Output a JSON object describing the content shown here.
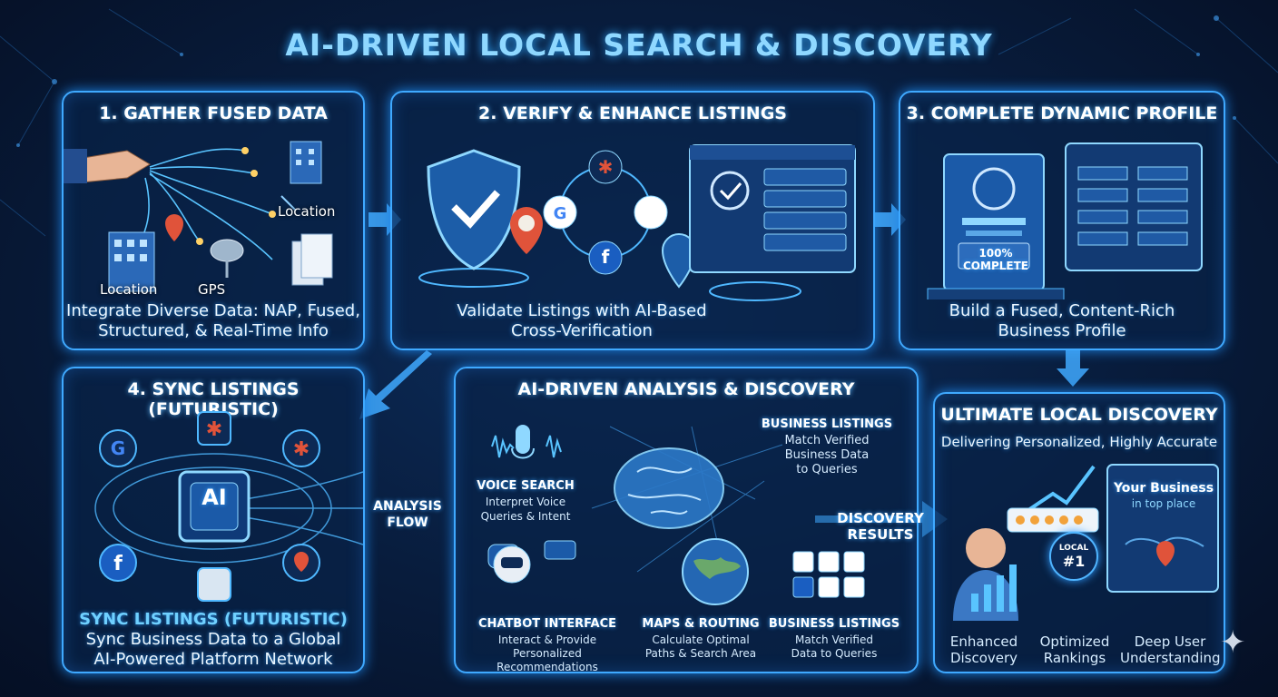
{
  "title": "AI-DRIVEN LOCAL SEARCH & DISCOVERY",
  "panel1": {
    "title": "1. GATHER FUSED DATA",
    "labels": [
      "Location",
      "Location",
      "GPS"
    ],
    "caption_line1": "Integrate Diverse Data: NAP, Fused,",
    "caption_line2": "Structured, & Real-Time Info"
  },
  "panel2": {
    "title": "2. VERIFY & ENHANCE LISTINGS",
    "caption_line1": "Validate Listings with AI-Based",
    "caption_line2": "Cross-Verification"
  },
  "panel3": {
    "title": "3. COMPLETE DYNAMIC PROFILE",
    "card_line1": "100%",
    "card_line2": "COMPLETE",
    "caption_line1": "Build a Fused, Content-Rich",
    "caption_line2": "Business Profile"
  },
  "panel4": {
    "title": "4. SYNC LISTINGS (FUTURISTIC)",
    "chip": "AI",
    "caption_head": "SYNC LISTINGS (FUTURISTIC)",
    "caption_line1": "Sync Business Data to a Global",
    "caption_line2": "AI-Powered Platform Network"
  },
  "flow": {
    "line1": "ANALYSIS",
    "line2": "FLOW"
  },
  "panel5": {
    "title": "AI-DRIVEN ANALYSIS & DISCOVERY",
    "voice": {
      "head": "VOICE SEARCH",
      "line1": "Interpret Voice",
      "line2": "Queries & Intent"
    },
    "listings_top": {
      "head": "BUSINESS LISTINGS",
      "line1": "Match Verified",
      "line2": "Business Data",
      "line3": "to Queries"
    },
    "chatbot": {
      "head": "CHATBOT INTERFACE",
      "line1": "Interact & Provide",
      "line2": "Personalized Recommendations"
    },
    "maps": {
      "head": "MAPS & ROUTING",
      "line1": "Calculate Optimal",
      "line2": "Paths & Search Area"
    },
    "listings_bottom": {
      "head": "BUSINESS LISTINGS",
      "line1": "Match Verified",
      "line2": "Data to Queries"
    }
  },
  "discovery": {
    "line1": "DISCOVERY",
    "line2": "RESULTS"
  },
  "panel6": {
    "title": "ULTIMATE LOCAL DISCOVERY",
    "subtitle": "Delivering Personalized, Highly Accurate",
    "business_title": "Your Business",
    "business_sub": "in top place",
    "local_badge_top": "LOCAL",
    "local_badge_main": "#1",
    "benefits": [
      {
        "line1": "Enhanced",
        "line2": "Discovery"
      },
      {
        "line1": "Optimized",
        "line2": "Rankings"
      },
      {
        "line1": "Deep User",
        "line2": "Understanding"
      }
    ]
  },
  "colors": {
    "accent": "#3fa9ff",
    "background": "#06142e",
    "title": "#8fd8ff",
    "pin": "#e0533a"
  }
}
